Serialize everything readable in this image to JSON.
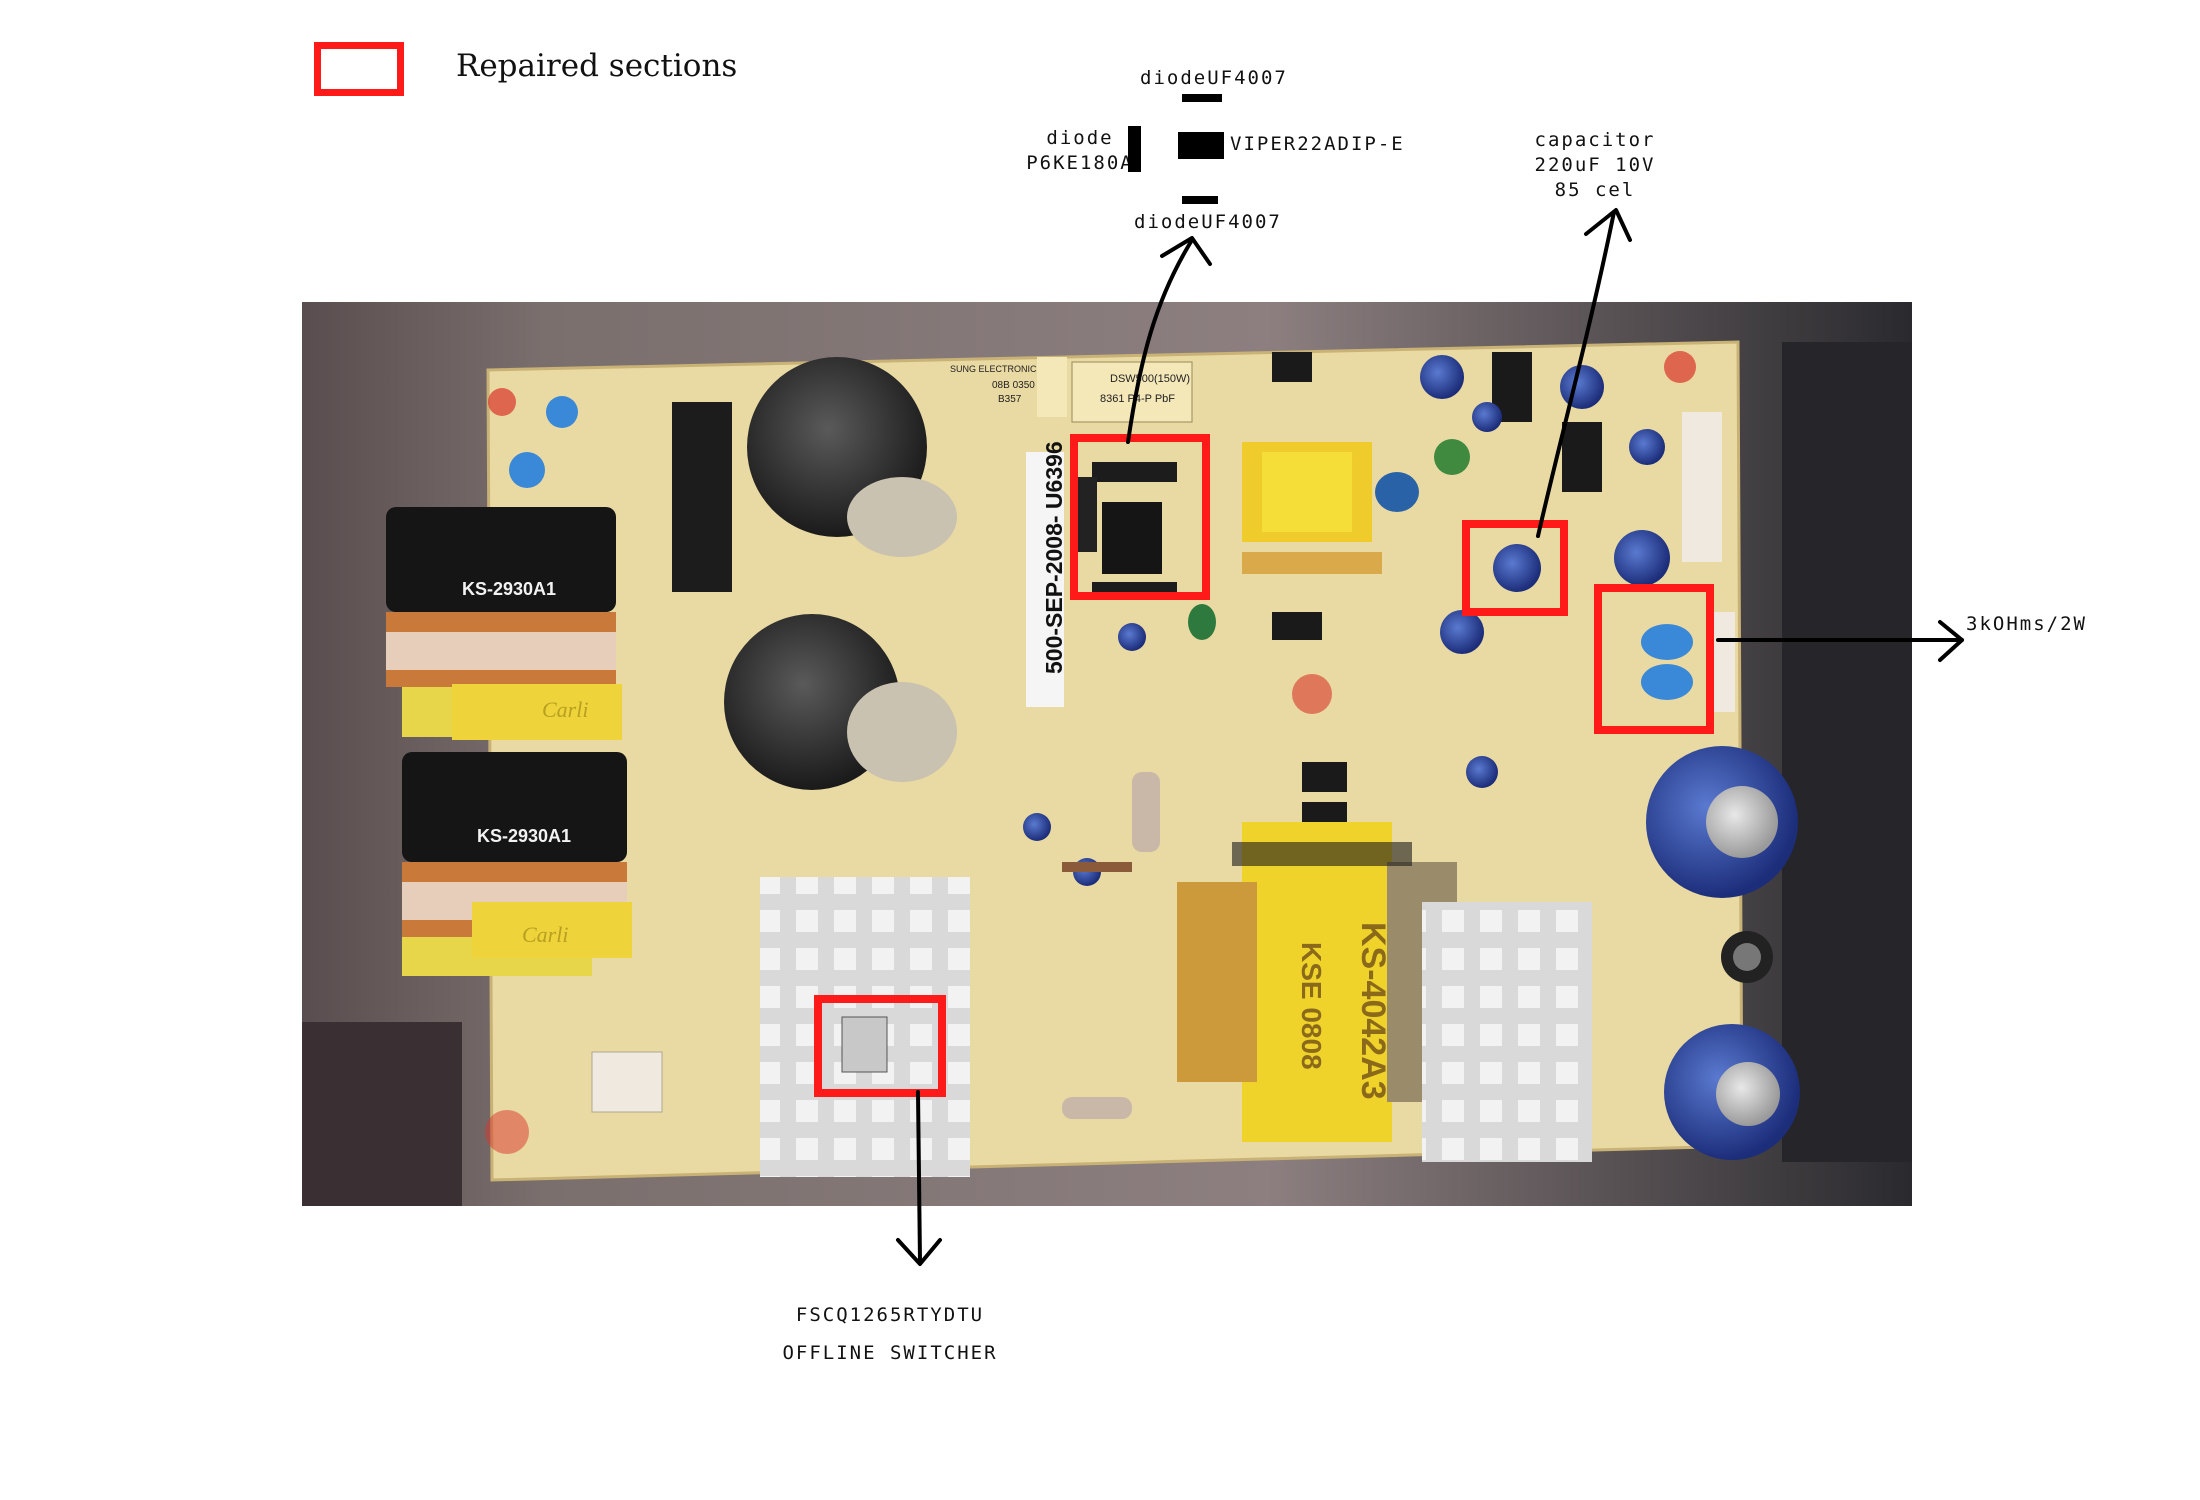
{
  "legend": {
    "label": "Repaired sections",
    "box_color": "#ff1a1a"
  },
  "annotations": {
    "diode_top": "diodeUF4007",
    "diode_left": [
      "diode",
      "P6KE180A"
    ],
    "ic_label": "VIPER22ADIP-E",
    "diode_bottom": "diodeUF4007",
    "capacitor": [
      "capacitor",
      "220uF 10V",
      "85 cel"
    ],
    "resistor": "3kOHms/2W",
    "switcher": [
      "FSCQ1265RTYDTU",
      "OFFLINE SWITCHER"
    ]
  },
  "board_text": {
    "date_stamp": "500-SEP-2008- U6396",
    "model_label": [
      "DSW500(150W)",
      "8361  P4-P PbF"
    ],
    "mfr_label": [
      "SUNG ELECTRONIC",
      "08B  0350",
      "B357"
    ],
    "choke_top": "KS-2930A1",
    "choke_bottom": "KS-2930A1",
    "transformer_label": [
      "KS-4042A3",
      "KSE  0808"
    ],
    "carli_top": "Carli",
    "carli_bottom": "Carli"
  }
}
